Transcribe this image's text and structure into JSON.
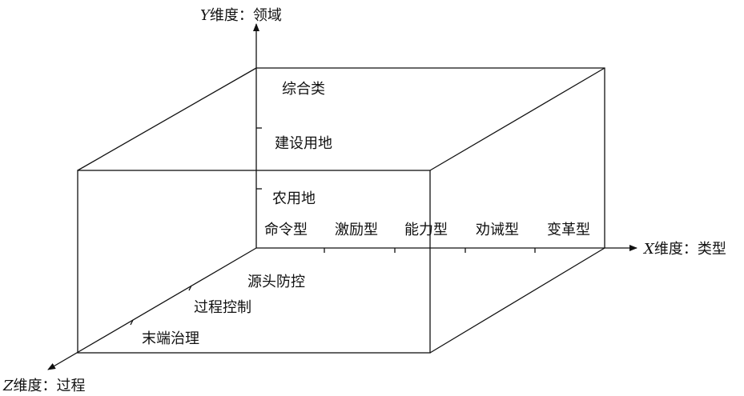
{
  "axes": {
    "y": {
      "letter": "Y",
      "text": "维度：领域"
    },
    "x": {
      "letter": "X",
      "text": "维度：类型"
    },
    "z": {
      "letter": "Z",
      "text": "维度：过程"
    }
  },
  "y_labels": [
    "综合类",
    "建设用地",
    "农用地"
  ],
  "x_labels": [
    "命令型",
    "激励型",
    "能力型",
    "劝诫型",
    "变革型"
  ],
  "z_labels": [
    "源头防控",
    "过程控制",
    "末端治理"
  ]
}
